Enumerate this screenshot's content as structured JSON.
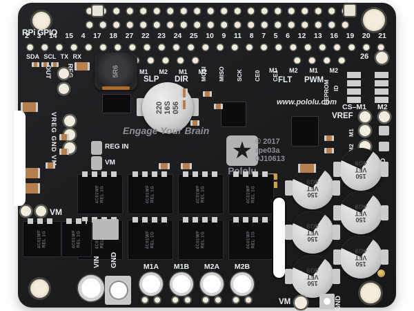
{
  "colors": {
    "board": "#1b1c1e",
    "silkscreen_white": "#eceff1",
    "silkscreen_gray": "#909094",
    "hole_fill": "#f2ecdf",
    "pad_silver": "#c9c9c9",
    "capacitor_silver": "#d2d2d3",
    "smd_tan": "#b5804e",
    "led_gold": "#d8b45e",
    "background": "#fdfdfd"
  },
  "silk": {
    "rpi_gpio": "RPi GPIO",
    "pin_numbers": [
      "2",
      "3",
      "14",
      "15",
      "4",
      "17",
      "18",
      "27",
      "22",
      "23",
      "24",
      "25",
      "10",
      "9",
      "11",
      "8",
      "7",
      "5",
      "6",
      "12",
      "13",
      "16",
      "19",
      "20",
      "21"
    ],
    "pin26": "26",
    "i2c": [
      "SDA",
      "SCL",
      "TX",
      "RX"
    ],
    "out": "OUT",
    "reg": "REG",
    "vreg_gnd_vm": "VREG GND VM",
    "m_pairs": [
      "M1",
      "M2",
      "M1",
      "M2"
    ],
    "slp": "SLP",
    "dir": "DIR",
    "spi": [
      "MOSI",
      "MISO",
      "SCK",
      "CE0",
      "CE1"
    ],
    "flt": "FLT",
    "pwm": "PWM",
    "eeprom": "EEPROM",
    "id": "ID",
    "url": "www.pololu.com",
    "cs_m1": "CS–M1",
    "cs_m2": "M2",
    "vref": "VREF",
    "vref_m1": "M1",
    "vref_m2": "M2",
    "gnd_right": "GND",
    "tagline": "Engage Your Brain",
    "brand": "Pololu",
    "logo_star_icon": "★",
    "copyright": "© 2017",
    "revision": "rpe03a",
    "part_number": "0J10613",
    "reg_in": "REG IN",
    "vm_jumper": "VM",
    "vm_left": "VM",
    "vin": "VIN",
    "gnd_in": "GND",
    "motor_terminals": [
      "M1A",
      "M1B",
      "M2A",
      "M2B"
    ],
    "vm_bottom": "VM",
    "gnd_bottom": "GND"
  },
  "components": {
    "inductor_marking": "5R6",
    "bulk_cap_marking": {
      "a": "220",
      "b": "16S",
      "c": "056"
    },
    "mosfet_left_marking": {
      "l1": "4C01WF",
      "l2": "REL 1G"
    },
    "mosfet_grid": [
      {
        "l1": "4C01WF",
        "l2": "REL 1G"
      },
      {
        "l1": "4C01WF",
        "l2": "REL 1G"
      },
      {
        "l1": "4C01WF",
        "l2": "REL 1G"
      },
      {
        "l1": "4C01WF",
        "l2": "REL 1G"
      },
      {
        "l1": "4C01WF",
        "l2": "REL 1G"
      },
      {
        "l1": "4C01WF",
        "l2": "REL 1G"
      },
      {
        "l1": "4C01WF",
        "l2": "REL 1G"
      },
      {
        "l1": "4C01WF",
        "l2": "REL 1G"
      }
    ],
    "power_caps": [
      {
        "a": "150",
        "b": "VFT",
        "c": "4G9"
      },
      {
        "a": "150",
        "b": "VFT",
        "c": "4G9"
      },
      {
        "a": "150",
        "b": "VFT",
        "c": "4G9"
      },
      {
        "a": "150",
        "b": "VFT",
        "c": "4G9"
      },
      {
        "a": "150",
        "b": "VFT",
        "c": "4G9"
      },
      {
        "a": "150",
        "b": "VFT",
        "c": "4G9"
      }
    ]
  }
}
